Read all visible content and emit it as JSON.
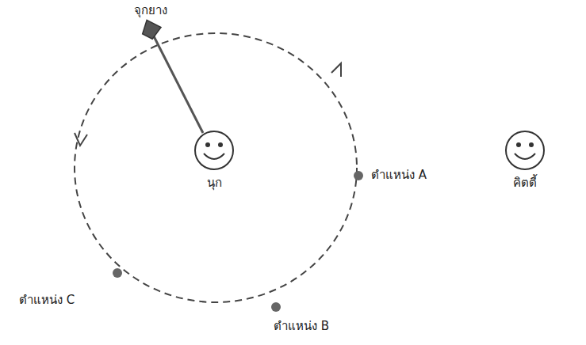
{
  "diagram": {
    "labels": [
      "จุกยาง",
      "ตำแหน่ง A",
      "นุก",
      "คิตตี้",
      "ตำแหน่ง C",
      "ตำแหน่ง B"
    ]
  }
}
